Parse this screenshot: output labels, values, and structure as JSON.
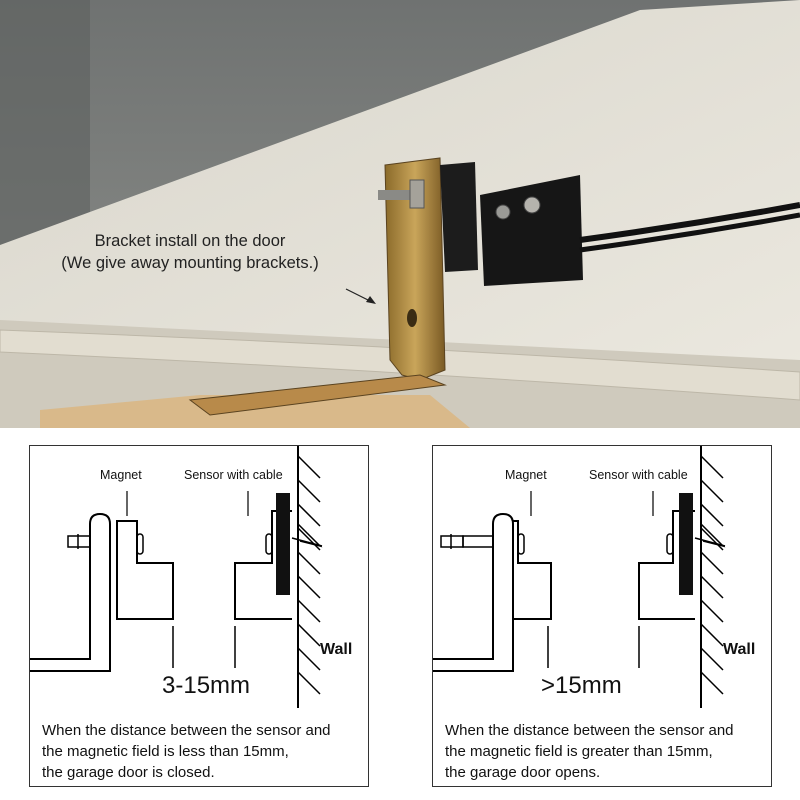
{
  "photo": {
    "caption_line1": "Bracket install on the door",
    "caption_line2": "(We give away mounting brackets.)"
  },
  "panels": [
    {
      "magnet_label": "Magnet",
      "sensor_label": "Sensor with cable",
      "wall_label": "Wall",
      "distance_label": "3-15mm",
      "description": [
        "When the distance between the sensor and",
        "the magnetic field is less than 15mm,",
        "the garage door is closed."
      ]
    },
    {
      "magnet_label": "Magnet",
      "sensor_label": "Sensor with cable",
      "wall_label": "Wall",
      "distance_label": ">15mm",
      "description": [
        "When the distance between the sensor and",
        "the magnetic field is greater than 15mm,",
        "the garage door opens."
      ]
    }
  ]
}
